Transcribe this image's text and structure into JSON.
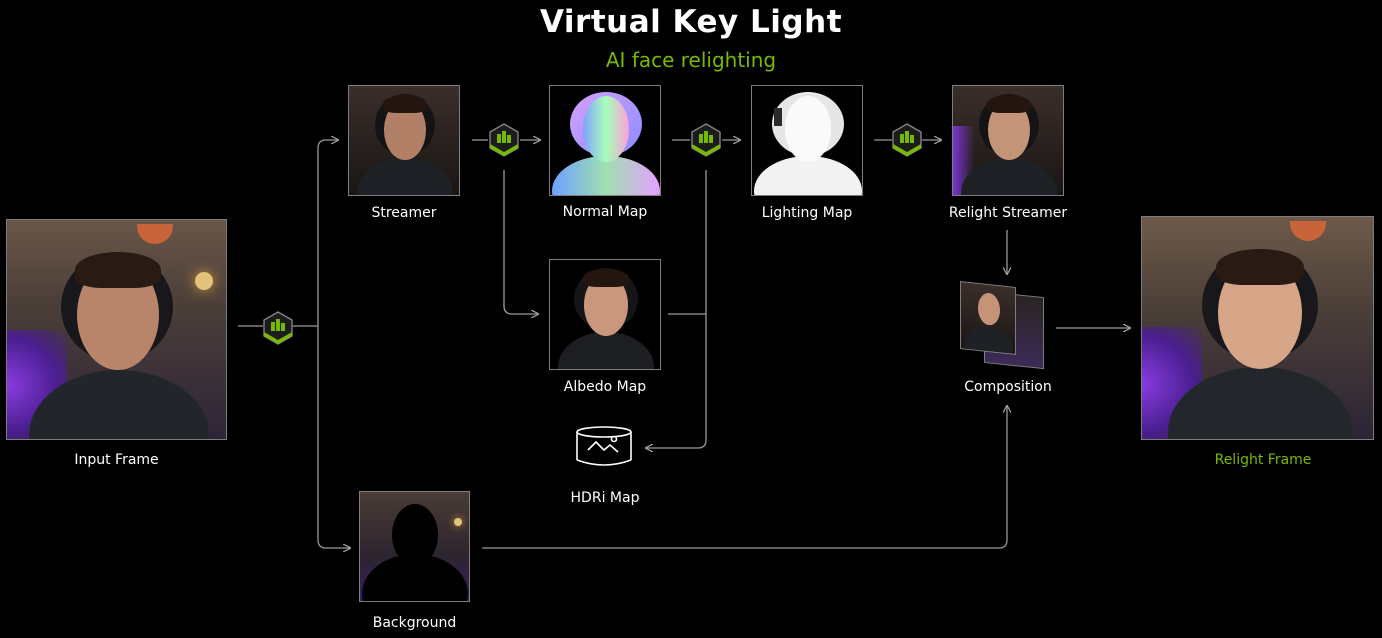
{
  "header": {
    "title": "Virtual Key Light",
    "subtitle": "AI face relighting"
  },
  "nodes": {
    "input_frame": "Input Frame",
    "streamer": "Streamer",
    "normal_map": "Normal Map",
    "lighting_map": "Lighting Map",
    "relight_streamer": "Relight Streamer",
    "albedo_map": "Albedo Map",
    "composition": "Composition",
    "hdri_map": "HDRi Map",
    "background": "Background",
    "relight_frame": "Relight Frame"
  },
  "colors": {
    "accent_green": "#76b900",
    "line": "#9a9a9a",
    "background": "#000000"
  },
  "icons": {
    "model_chip": "gpu-chip-icon",
    "hdri": "panorama-icon"
  }
}
